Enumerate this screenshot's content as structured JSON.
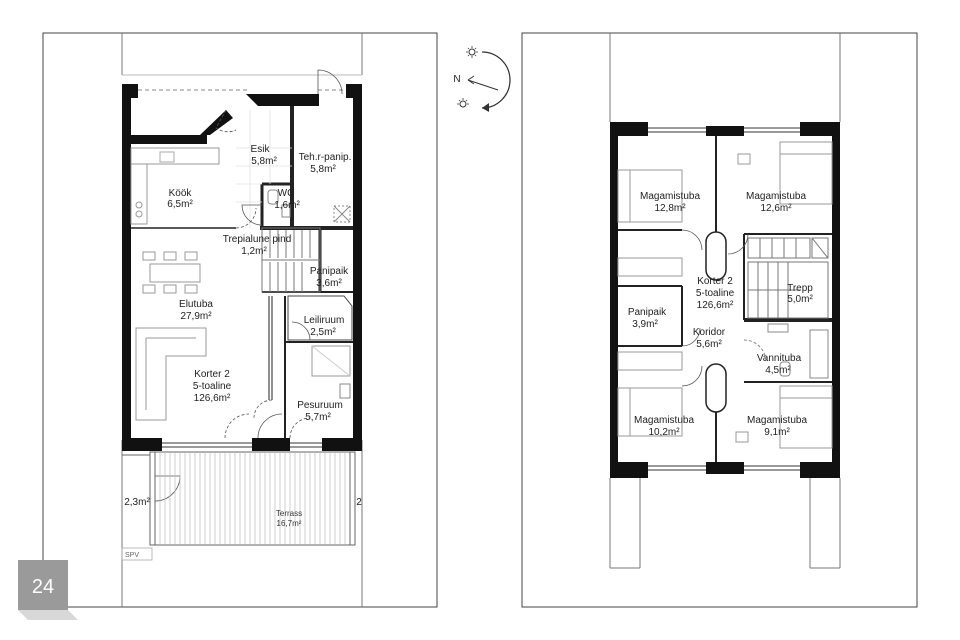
{
  "compass": {
    "north_label": "N"
  },
  "page_number": "24",
  "ground_floor": {
    "rooms": {
      "esik": {
        "name": "Esik",
        "area": "5,8m²"
      },
      "tehr": {
        "name": "Teh.r-panip.",
        "area": "5,8m²"
      },
      "kook": {
        "name": "Köök",
        "area": "6,5m²"
      },
      "wc": {
        "name": "WC",
        "area": "1,6m²"
      },
      "trepialune": {
        "name": "Trepialune pind",
        "area": "1,2m²"
      },
      "panipaik": {
        "name": "Panipaik",
        "area": "3,6m²"
      },
      "elutuba": {
        "name": "Elutuba",
        "area": "27,9m²"
      },
      "leiliruum": {
        "name": "Leiliruum",
        "area": "2,5m²"
      },
      "pesuruum": {
        "name": "Pesuruum",
        "area": "5,7m²"
      },
      "outside": {
        "area": "2,3m²"
      },
      "terrass": {
        "name": "Terrass",
        "area": "16,7m²"
      }
    },
    "apartment": {
      "name": "Korter 2",
      "type": "5-toaline",
      "area": "126,6m²"
    },
    "spv_label": "SPV",
    "edge_digit": "2"
  },
  "upper_floor": {
    "rooms": {
      "mag1": {
        "name": "Magamistuba",
        "area": "12,8m²"
      },
      "mag2": {
        "name": "Magamistuba",
        "area": "12,6m²"
      },
      "panipaik": {
        "name": "Panipaik",
        "area": "3,9m²"
      },
      "trepp": {
        "name": "Trepp",
        "area": "5,0m²"
      },
      "koridor": {
        "name": "Koridor",
        "area": "5,6m²"
      },
      "vannituba": {
        "name": "Vannituba",
        "area": "4,5m²"
      },
      "mag3": {
        "name": "Magamistuba",
        "area": "10,2m²"
      },
      "mag4": {
        "name": "Magamistuba",
        "area": "9,1m²"
      }
    },
    "apartment": {
      "name": "Korter 2",
      "type": "5-toaline",
      "area": "126,6m²"
    }
  }
}
